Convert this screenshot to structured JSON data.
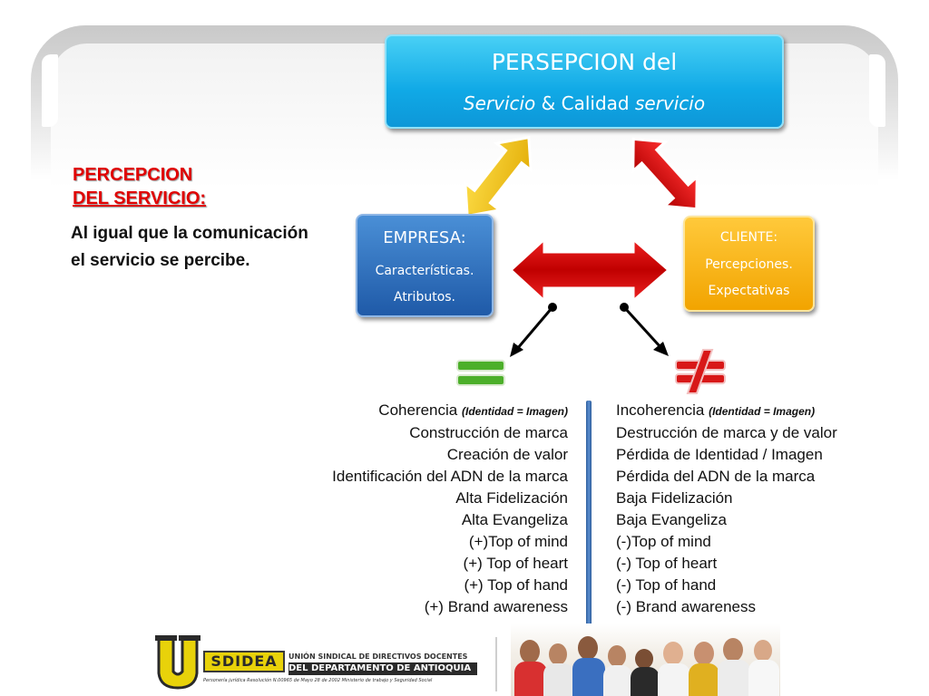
{
  "title_box": {
    "line1": "PERSEPCION del",
    "line2_part1": "Servicio",
    "line2_part2": "& Calidad",
    "line2_part3": "servicio"
  },
  "empresa_box": {
    "title": "EMPRESA:",
    "line1": "Características.",
    "line2": "Atributos."
  },
  "cliente_box": {
    "title": "CLIENTE:",
    "line1": "Percepciones.",
    "line2": "Expectativas"
  },
  "left_panel": {
    "heading_line1": "PERCEPCION",
    "heading_line2": "DEL SERVICIO:",
    "body": "Al igual que la comunicación el servicio se percibe."
  },
  "symbols": {
    "equal": "=",
    "not_equal": "≠"
  },
  "coherence_column": {
    "first": "Coherencia",
    "first_note": "(Identidad = Imagen)",
    "items": [
      "Construcción de marca",
      "Creación de valor",
      "Identificación del ADN de la marca",
      "Alta Fidelización",
      "Alta Evangeliza",
      "(+)Top of mind",
      "(+) Top of heart",
      "(+) Top of hand",
      "(+) Brand awareness"
    ]
  },
  "incoherence_column": {
    "first": "Incoherencia",
    "first_note": "(Identidad = Imagen)",
    "items": [
      "Destrucción de marca y de valor",
      "Pérdida de Identidad / Imagen",
      "Pérdida del ADN de la marca",
      "Baja Fidelización",
      "Baja Evangeliza",
      "(-)Top of mind",
      "(-) Top of heart",
      "(-) Top of hand",
      "(-) Brand awareness"
    ]
  },
  "footer": {
    "logo_letter": "U",
    "logo_name": "SDIDEA",
    "org_line1": "UNIÓN SINDICAL DE DIRECTIVOS DOCENTES",
    "org_line2": "DEL DEPARTAMENTO DE ANTIOQUIA",
    "org_line3": "Personería jurídica Resolución N.00965 de Mayo 28 de 2002 Ministerio de trabajo y Seguridad Social"
  },
  "colors": {
    "title_blue": "#10a9e6",
    "empresa_blue": "#1f5aa8",
    "cliente_orange": "#f2a400",
    "heading_red": "#e00000",
    "arrow_red": "#d01010",
    "arrow_yellow": "#f5c400",
    "equal_green": "#4caf2a",
    "not_equal_red": "#d81818"
  }
}
